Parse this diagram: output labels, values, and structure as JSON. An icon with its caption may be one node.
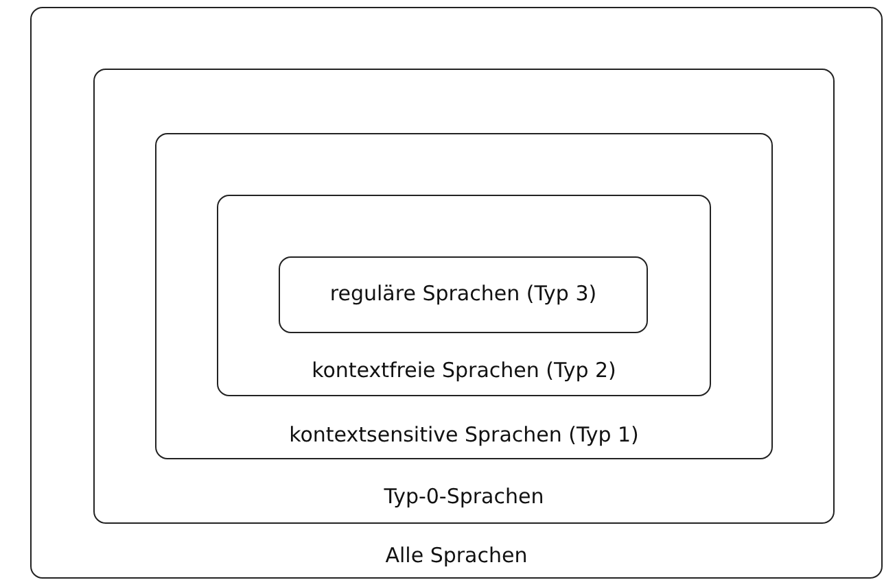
{
  "diagram": {
    "nodes": [
      {
        "text": [
          "Alle Sprachen"
        ]
      },
      {
        "text": [
          "Typ-0-Sprachen"
        ],
        "in": 0
      },
      {
        "text": [
          "kontextsensitive Sprachen (Typ 1)"
        ],
        "in": 1
      },
      {
        "text": [
          "kontextfreie Sprachen (Typ 2)"
        ],
        "in": 2
      },
      {
        "text": [
          "reguläre Sprachen (Typ 3)"
        ],
        "in": 3
      }
    ]
  }
}
